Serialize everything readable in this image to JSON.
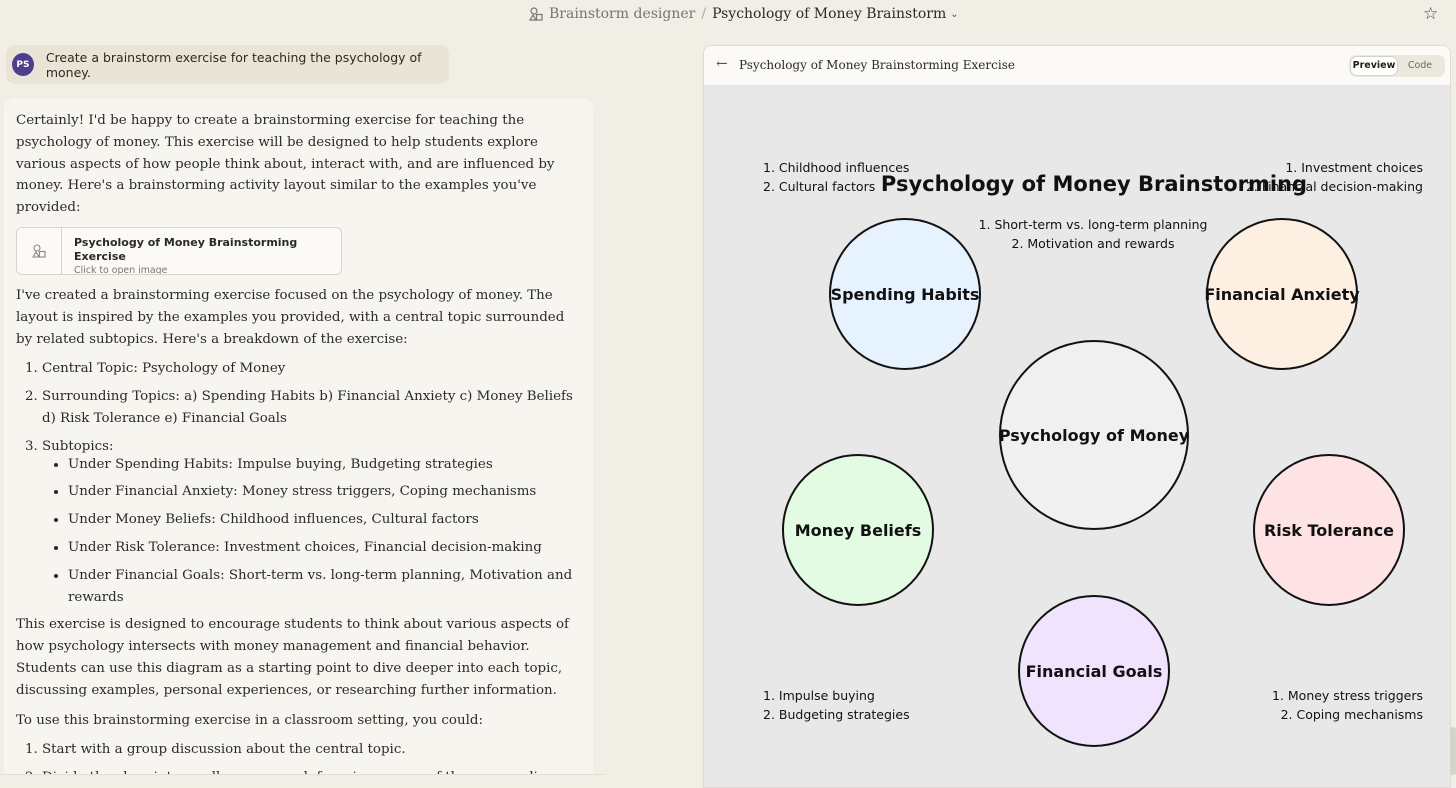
{
  "topbar": {
    "project": "Brainstorm designer",
    "separator": "/",
    "chat_title": "Psychology of Money Brainstorm",
    "chevron": "⌄",
    "icons": {
      "project": "shapes-icon",
      "favorite": "star-icon"
    }
  },
  "user_message": {
    "initials": "PS",
    "text": "Create a brainstorm exercise for teaching the psychology of money."
  },
  "reply": {
    "intro": "Certainly! I'd be happy to create a brainstorming exercise for teaching the psychology of money. This exercise will be designed to help students explore various aspects of how people think about, interact with, and are influenced by money. Here's a brainstorming activity layout similar to the examples you've provided:",
    "artifact": {
      "title": "Psychology of Money Brainstorming Exercise",
      "subtitle": "Click to open image"
    },
    "para2": "I've created a brainstorming exercise focused on the psychology of money. The layout is inspired by the examples you provided, with a central topic surrounded by related subtopics. Here's a breakdown of the exercise:",
    "list": {
      "item1": "Central Topic: Psychology of Money",
      "item2": "Surrounding Topics: a) Spending Habits b) Financial Anxiety c) Money Beliefs d) Risk Tolerance e) Financial Goals",
      "item3": "Subtopics:",
      "sub": [
        "Under Spending Habits: Impulse buying, Budgeting strategies",
        "Under Financial Anxiety: Money stress triggers, Coping mechanisms",
        "Under Money Beliefs: Childhood influences, Cultural factors",
        "Under Risk Tolerance: Investment choices, Financial decision-making",
        "Under Financial Goals: Short-term vs. long-term planning, Motivation and rewards"
      ]
    },
    "para3": "This exercise is designed to encourage students to think about various aspects of how psychology intersects with money management and financial behavior. Students can use this diagram as a starting point to dive deeper into each topic, discussing examples, personal experiences, or researching further information.",
    "para4": "To use this brainstorming exercise in a classroom setting, you could:",
    "steps": [
      "Start with a group discussion about the central topic.",
      "Divide the class into small groups, each focusing on one of the surrounding topics."
    ]
  },
  "panel": {
    "back": "←",
    "title": "Psychology of Money Brainstorming Exercise",
    "tabs": {
      "preview": "Preview",
      "code": "Code"
    }
  },
  "diagram": {
    "title": "Psychology of Money Brainstorming",
    "center": "Psychology of Money",
    "topics": [
      {
        "label": "Spending Habits",
        "fill": "#e6f2fd"
      },
      {
        "label": "Financial Anxiety",
        "fill": "#fdf0e3"
      },
      {
        "label": "Money Beliefs",
        "fill": "#e3fbe3"
      },
      {
        "label": "Risk Tolerance",
        "fill": "#fde3e3"
      },
      {
        "label": "Financial Goals",
        "fill": "#efe3fd"
      }
    ],
    "notes": {
      "top_left": [
        "1. Childhood influences",
        "2. Cultural factors"
      ],
      "top_right": [
        "1. Investment choices",
        "2. Financial decision-making"
      ],
      "top_center": [
        "1. Short-term vs. long-term planning",
        "2. Motivation and rewards"
      ],
      "bottom_left": [
        "1. Impulse buying",
        "2. Budgeting strategies"
      ],
      "bottom_right": [
        "1. Money stress triggers",
        "2. Coping mechanisms"
      ]
    },
    "colors": {
      "background": "#e8e8e8",
      "center_fill": "#f0f0f0",
      "stroke": "#111111"
    }
  }
}
